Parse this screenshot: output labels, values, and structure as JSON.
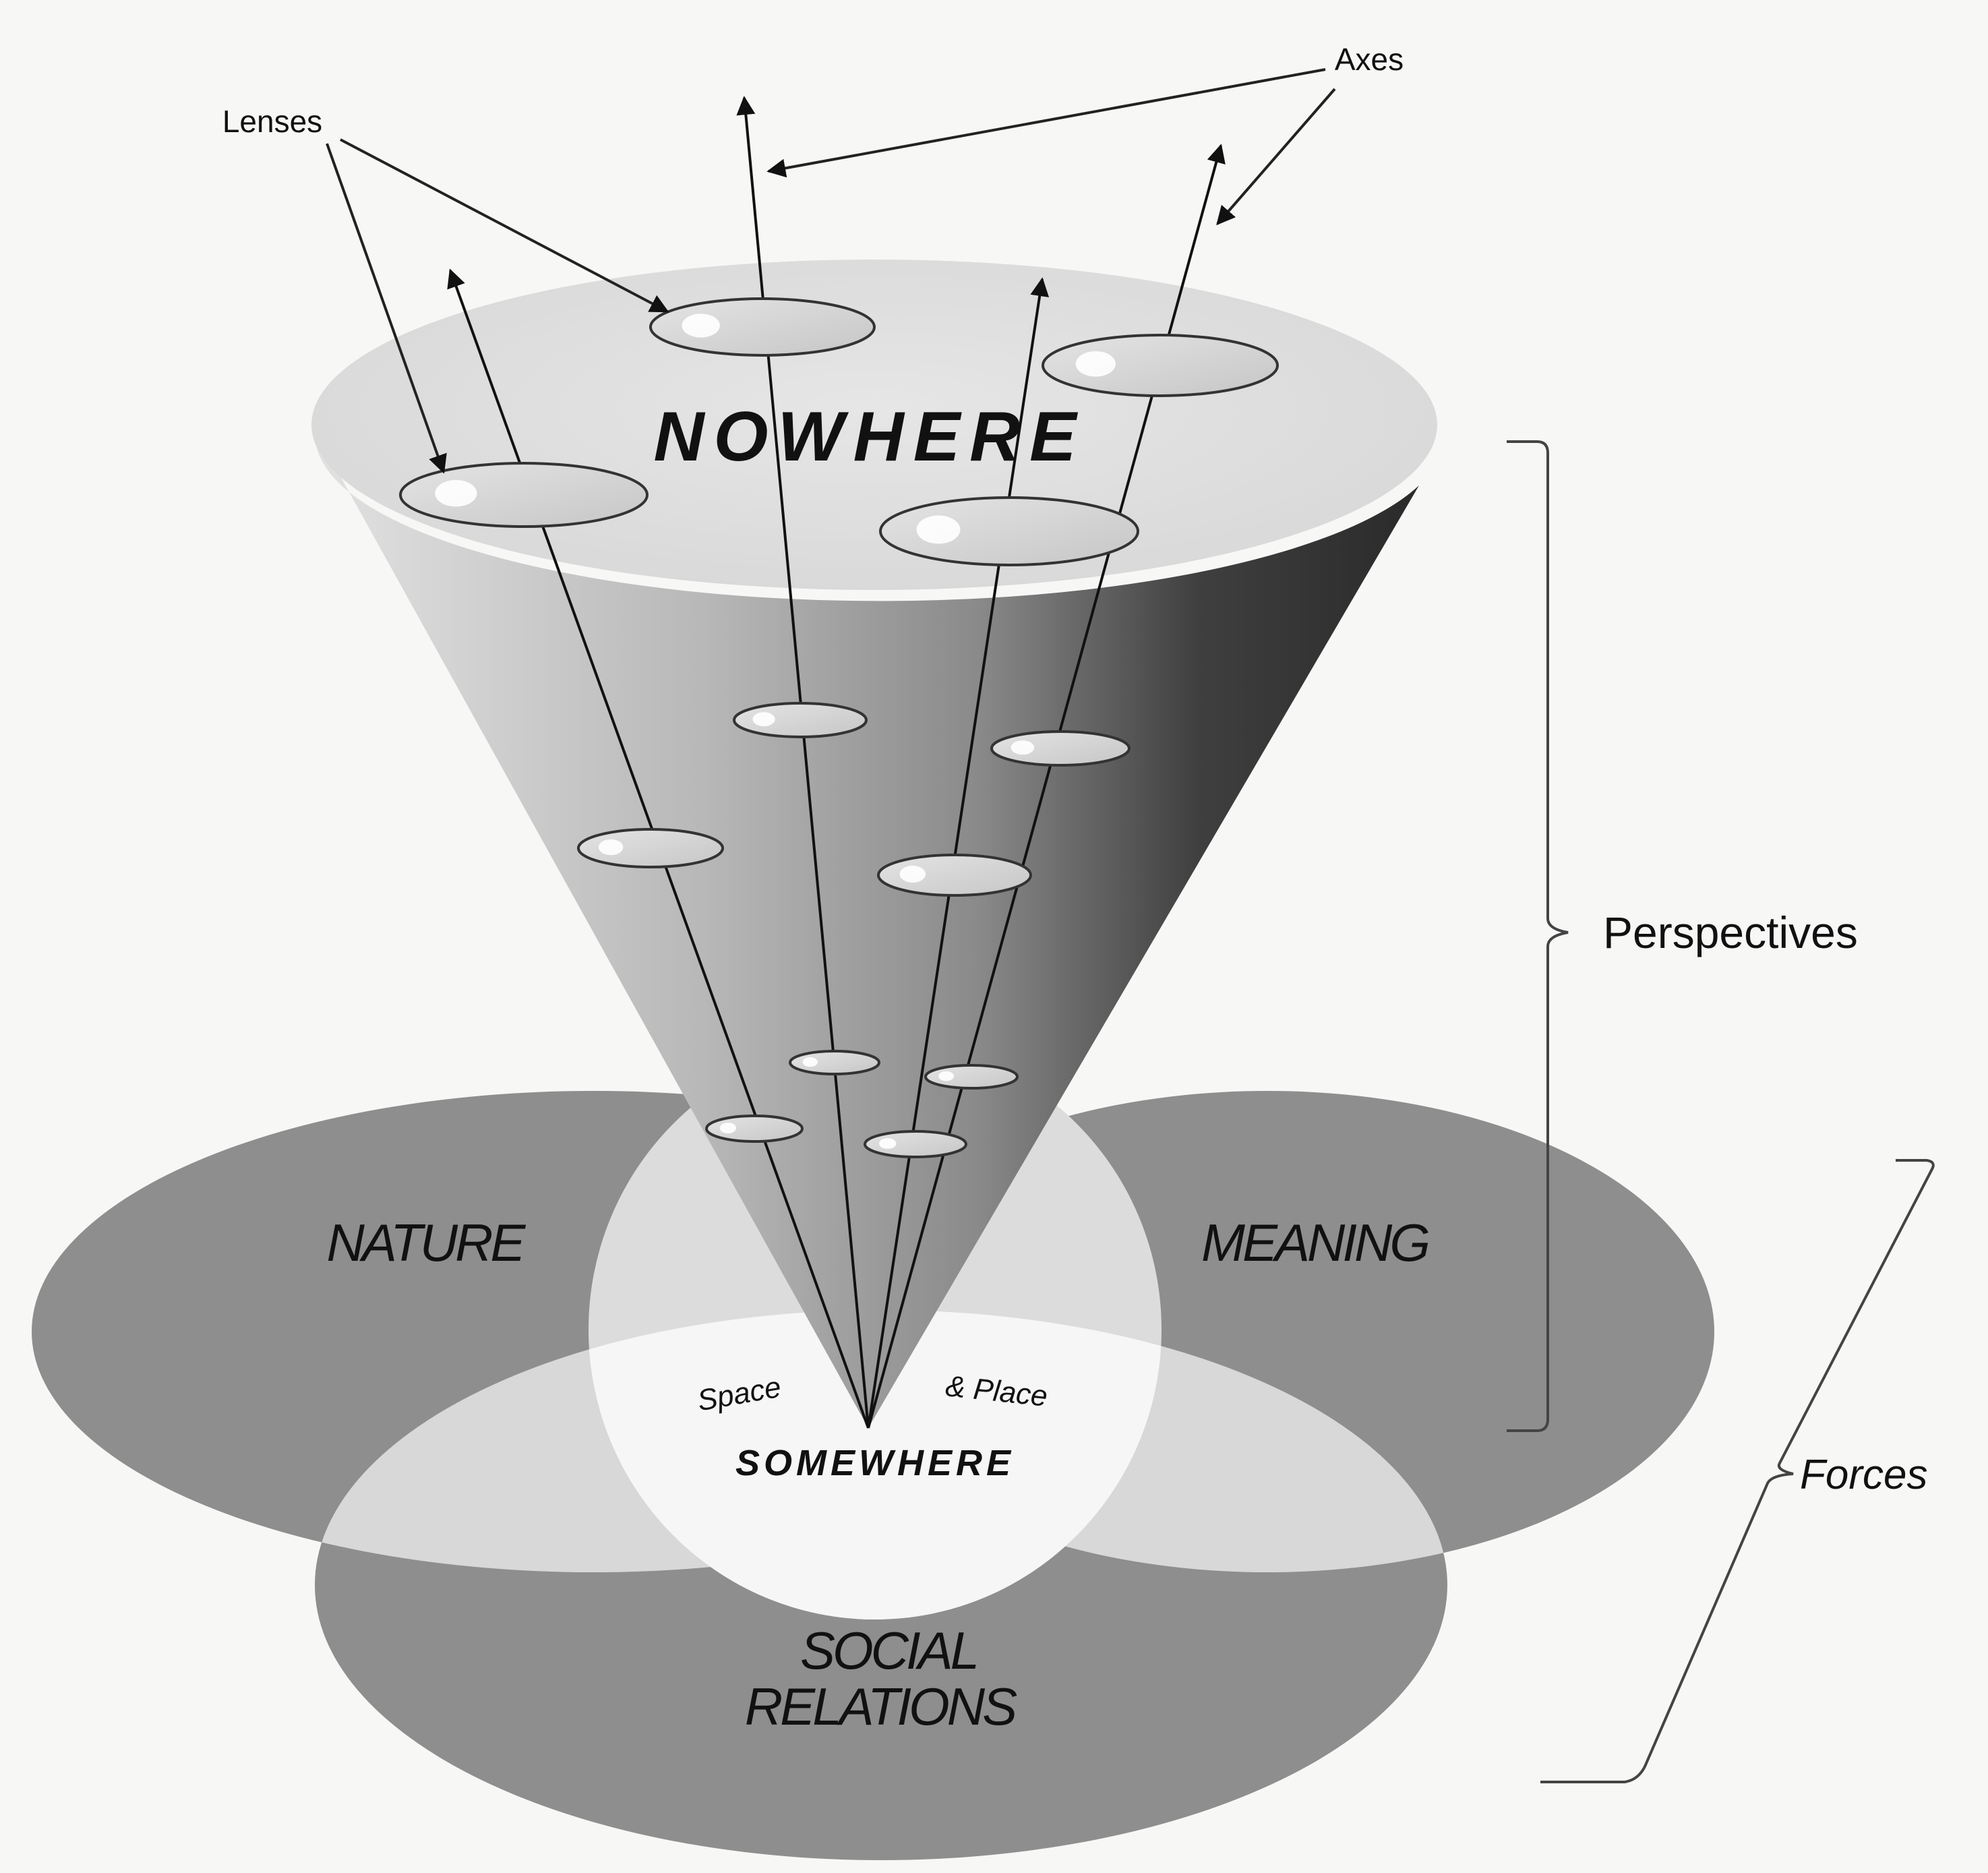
{
  "diagram": {
    "annotations": {
      "lenses_label": "Lenses",
      "axes_label": "Axes",
      "perspectives_label": "Perspectives",
      "forces_label": "Forces"
    },
    "cone": {
      "top_label": "NOWHERE",
      "apex_label": "SOMEWHERE",
      "apex_sublabel_left": "Space",
      "apex_sublabel_right": "& Place"
    },
    "forces": [
      {
        "id": "nature",
        "label": "NATURE"
      },
      {
        "id": "meaning",
        "label": "MEANING"
      },
      {
        "id": "social",
        "label_line1": "SOCIAL",
        "label_line2": "RELATIONS"
      }
    ],
    "axes_count": 4,
    "lenses_count": 12,
    "colors": {
      "background": "#f7f7f6",
      "force_fill": "#8e8e8e",
      "overlap_fill": "#d6d6d6",
      "center_fill": "#f5f5f5",
      "cone_top": "#dcdcdc",
      "cone_light": "#cfcfcf",
      "cone_dark": "#3a3a3a",
      "lens_fill": "#d4d4d4",
      "ink": "#111111"
    }
  }
}
